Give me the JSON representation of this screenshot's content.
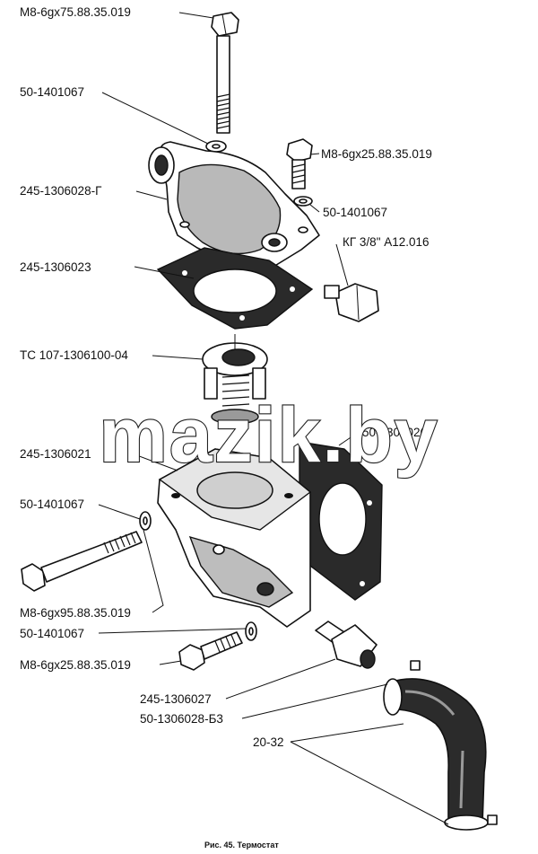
{
  "diagram": {
    "labels": [
      {
        "id": "bolt-top",
        "text": "M8-6gx75.88.35.019"
      },
      {
        "id": "washer-top-left",
        "text": "50-1401067"
      },
      {
        "id": "bolt-right-top",
        "text": "M8-6gx25.88.35.019"
      },
      {
        "id": "housing-cover",
        "text": "245-1306028-Г"
      },
      {
        "id": "washer-right-top",
        "text": "50-1401067"
      },
      {
        "id": "plug",
        "text": "КГ 3/8\" А12.016"
      },
      {
        "id": "gasket-top",
        "text": "245-1306023"
      },
      {
        "id": "thermostat",
        "text": "ТС 107-1306100-04"
      },
      {
        "id": "gasket-side",
        "text": "50-1306026"
      },
      {
        "id": "housing-base",
        "text": "245-1306021"
      },
      {
        "id": "washer-left-mid",
        "text": "50-1401067"
      },
      {
        "id": "bolt-long",
        "text": "M8-6gx95.88.35.019"
      },
      {
        "id": "washer-left-low",
        "text": "50-1401067"
      },
      {
        "id": "bolt-short-low",
        "text": "M8-6gx25.88.35.019"
      },
      {
        "id": "fitting",
        "text": "245-1306027"
      },
      {
        "id": "clamp",
        "text": "50-1306028-Б3"
      },
      {
        "id": "hose",
        "text": "20-32"
      }
    ],
    "watermark": "mazik.by",
    "caption": "Рис. 45. Термостат"
  },
  "colors": {
    "ink": "#111111",
    "background": "#ffffff"
  }
}
